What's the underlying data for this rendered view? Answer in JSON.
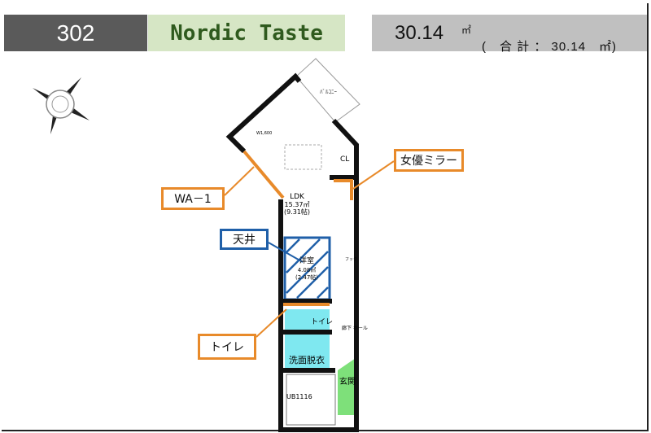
{
  "header": {
    "unit_number": "302",
    "property_name": "Nordic Taste",
    "area": "30.14",
    "area_unit": "㎡",
    "total_area": "(　合 計 ： 30.14　㎡)"
  },
  "plan": {
    "balcony": "ﾊﾞﾙｺﾆｰ",
    "ldk_label": "LDK",
    "ldk_area": "15.37㎡",
    "ldk_tatami": "(9.31帖)",
    "closet": "CL",
    "western_room": "洋室",
    "western_area": "4.08㎡",
    "western_tatami": "(2.47帖)",
    "toilet": "トイレ",
    "washroom": "洗面脱衣",
    "bath": "UB1116",
    "entrance": "玄関",
    "hall": "廊下 ホール",
    "kitchen_width": "W1,600",
    "hooks": "フック"
  },
  "callouts": {
    "wa1": "WA－1",
    "mirror": "女優ミラー",
    "ceiling": "天井",
    "toilet": "トイレ"
  },
  "colors": {
    "orange": "#e88a2a",
    "blue": "#1f5fa8",
    "cyan": "#7fe8f0",
    "green": "#7ee07a"
  }
}
